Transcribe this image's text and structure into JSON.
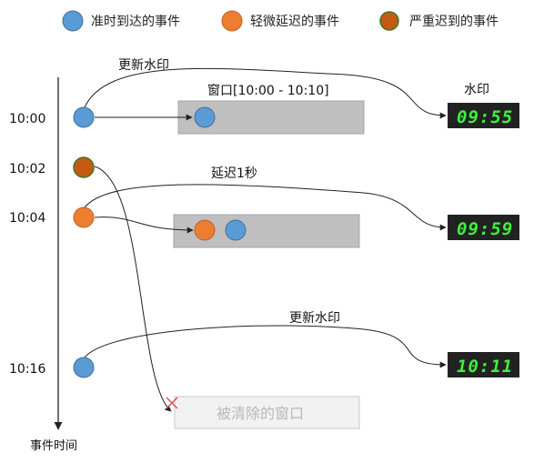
{
  "legend": {
    "on_time": "准时到达的事件",
    "slightly_late": "轻微延迟的事件",
    "very_late": "严重迟到的事件"
  },
  "colors": {
    "on_time": "#5b9bd5",
    "slightly_late": "#ed7d31",
    "very_late": "#c55a11",
    "window_fill": "#bfbfbf",
    "clock_bg": "#222222",
    "clock_digits": "#3df03d"
  },
  "timeline": {
    "axis_label": "事件时间",
    "ticks": [
      "10:00",
      "10:02",
      "10:04",
      "10:16"
    ]
  },
  "window": {
    "label": "窗口[10:00 - 10:10]"
  },
  "watermark": {
    "heading": "水印",
    "update_label_1": "更新水印",
    "delay_label": "延迟1秒",
    "update_label_2": "更新水印",
    "clock_values": [
      "09:55",
      "09:59",
      "10:11"
    ]
  },
  "cleared_window": {
    "label": "被清除的窗口"
  }
}
